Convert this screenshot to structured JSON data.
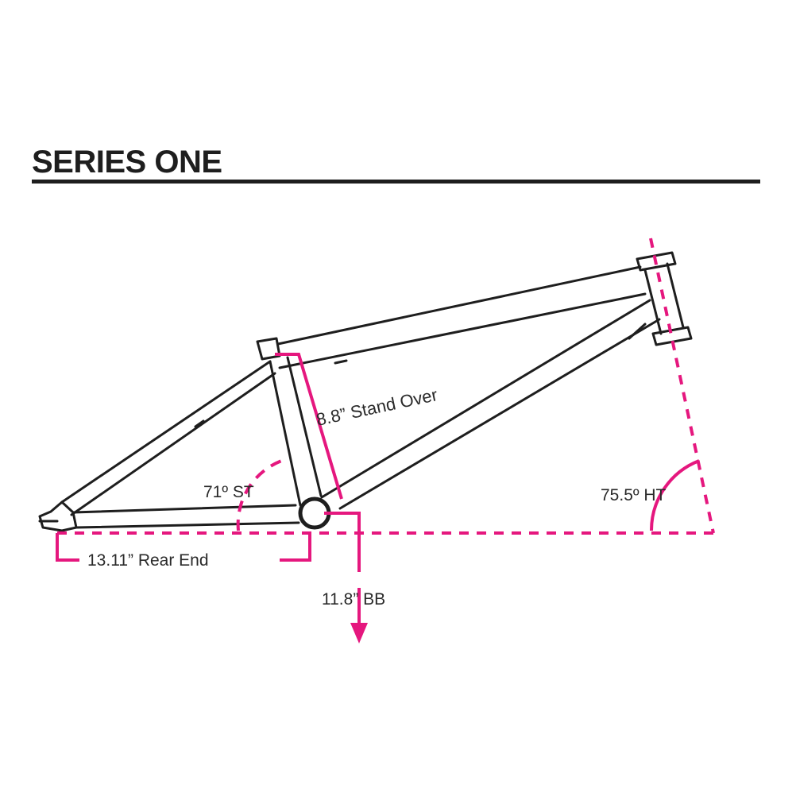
{
  "title": "SERIES ONE",
  "colors": {
    "frame": "#1e1e1e",
    "dimension": "#e5177e",
    "background": "#ffffff"
  },
  "labels": {
    "stand_over": "8.8” Stand Over",
    "seat_tube": "71º ST",
    "head_tube": "75.5º HT",
    "rear_end": "13.11” Rear End",
    "bottom_bracket": "11.8” BB"
  }
}
